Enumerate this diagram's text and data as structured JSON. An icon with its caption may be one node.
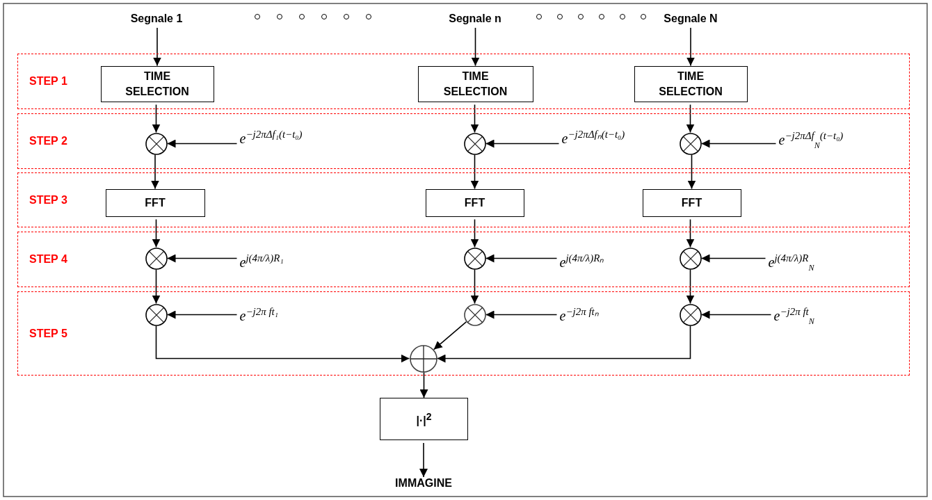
{
  "diagram": {
    "nodes": [
      {
        "text": [
          "Segnale 1"
        ]
      },
      {
        "text": [
          "Segnale n"
        ]
      },
      {
        "text": [
          "Segnale N"
        ]
      },
      {
        "text": [
          "STEP 1"
        ]
      },
      {
        "text": [
          "TIME SELECTION"
        ],
        "in": 3
      },
      {
        "text": [
          "TIME SELECTION"
        ],
        "in": 3
      },
      {
        "text": [
          "TIME SELECTION"
        ],
        "in": 3
      },
      {
        "text": [
          "STEP 2"
        ]
      },
      {
        "text": [],
        "shape": "circle",
        "in": 7
      },
      {
        "text": [],
        "shape": "circle",
        "in": 7
      },
      {
        "text": [],
        "shape": "circle",
        "in": 7
      },
      {
        "text": [
          "e$^{−j2πΔf₁(t−t₀)}$"
        ],
        "in": 7
      },
      {
        "text": [
          "e$^{−j2πΔfₙ(t−t₀)}$"
        ],
        "in": 7
      },
      {
        "text": [
          "e$^{−j2πΔf}$$_{N}$$^{(t−t₀)}$"
        ],
        "in": 7
      },
      {
        "text": [
          "STEP 3"
        ]
      },
      {
        "text": [
          "FFT"
        ],
        "in": 14
      },
      {
        "text": [
          "FFT"
        ],
        "in": 14
      },
      {
        "text": [
          "FFT"
        ],
        "in": 14
      },
      {
        "text": [
          "STEP 4"
        ]
      },
      {
        "text": [],
        "shape": "circle",
        "in": 18
      },
      {
        "text": [],
        "shape": "circle",
        "in": 18
      },
      {
        "text": [],
        "shape": "circle",
        "in": 18
      },
      {
        "text": [
          "e$^{j(4π/λ)R₁}$"
        ],
        "in": 18
      },
      {
        "text": [
          "e$^{j(4π/λ)Rₙ}$"
        ],
        "in": 18
      },
      {
        "text": [
          "e$^{j(4π/λ)R}$$_{N}$"
        ],
        "in": 18
      },
      {
        "text": [
          "STEP 5"
        ]
      },
      {
        "text": [],
        "shape": "circle",
        "in": 25
      },
      {
        "text": [],
        "shape": "circle",
        "in": 25
      },
      {
        "text": [],
        "shape": "circle",
        "in": 25
      },
      {
        "text": [
          "e$^{−j2π ft₁}$"
        ],
        "in": 25
      },
      {
        "text": [
          "e$^{−j2π ftₙ}$"
        ],
        "in": 25
      },
      {
        "text": [
          "e$^{−j2π ft}$$_{N}$"
        ],
        "in": 25
      },
      {
        "text": [],
        "shape": "circle",
        "in": 25
      },
      {
        "text": [
          "|·|$^{2}$"
        ]
      },
      {
        "text": [
          "IMMAGINE"
        ]
      }
    ],
    "edges": [
      {
        "from": 0,
        "to": 4,
        "arrow": "to"
      },
      {
        "from": 1,
        "to": 5,
        "arrow": "to"
      },
      {
        "from": 2,
        "to": 6,
        "arrow": "to"
      },
      {
        "from": 4,
        "to": 8,
        "arrow": "to"
      },
      {
        "from": 5,
        "to": 9,
        "arrow": "to"
      },
      {
        "from": 6,
        "to": 10,
        "arrow": "to"
      },
      {
        "from": 11,
        "to": 8,
        "arrow": "to"
      },
      {
        "from": 12,
        "to": 9,
        "arrow": "to"
      },
      {
        "from": 13,
        "to": 10,
        "arrow": "to"
      },
      {
        "from": 8,
        "to": 15,
        "arrow": "to"
      },
      {
        "from": 9,
        "to": 16,
        "arrow": "to"
      },
      {
        "from": 10,
        "to": 17,
        "arrow": "to"
      },
      {
        "from": 15,
        "to": 19,
        "arrow": "to"
      },
      {
        "from": 16,
        "to": 20,
        "arrow": "to"
      },
      {
        "from": 17,
        "to": 21,
        "arrow": "to"
      },
      {
        "from": 22,
        "to": 19,
        "arrow": "to"
      },
      {
        "from": 23,
        "to": 20,
        "arrow": "to"
      },
      {
        "from": 24,
        "to": 21,
        "arrow": "to"
      },
      {
        "from": 19,
        "to": 26,
        "arrow": "to"
      },
      {
        "from": 20,
        "to": 27,
        "arrow": "to"
      },
      {
        "from": 21,
        "to": 28,
        "arrow": "to"
      },
      {
        "from": 29,
        "to": 26,
        "arrow": "to"
      },
      {
        "from": 30,
        "to": 27,
        "arrow": "to"
      },
      {
        "from": 31,
        "to": 28,
        "arrow": "to"
      },
      {
        "from": 26,
        "to": 32,
        "arrow": "to"
      },
      {
        "from": 27,
        "to": 32,
        "arrow": "to"
      },
      {
        "from": 28,
        "to": 32,
        "arrow": "to"
      },
      {
        "from": 32,
        "to": 33,
        "arrow": "to"
      },
      {
        "from": 33,
        "to": 34,
        "arrow": "to"
      }
    ]
  }
}
